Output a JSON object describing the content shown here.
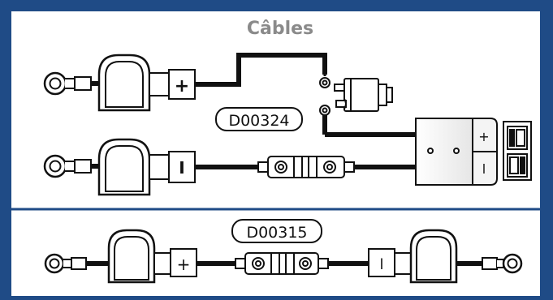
{
  "title": "Câbles",
  "labels": {
    "kit_a": "D00324",
    "kit_b": "D00315"
  },
  "symbols": {
    "plus": "+",
    "minus": "I",
    "minus_small": "l",
    "connector_plus": "+",
    "connector_minus": "l"
  },
  "colors": {
    "frame": "#1f4b86",
    "panel": "#ffffff",
    "title": "#8a8a8a",
    "line": "#111111"
  }
}
